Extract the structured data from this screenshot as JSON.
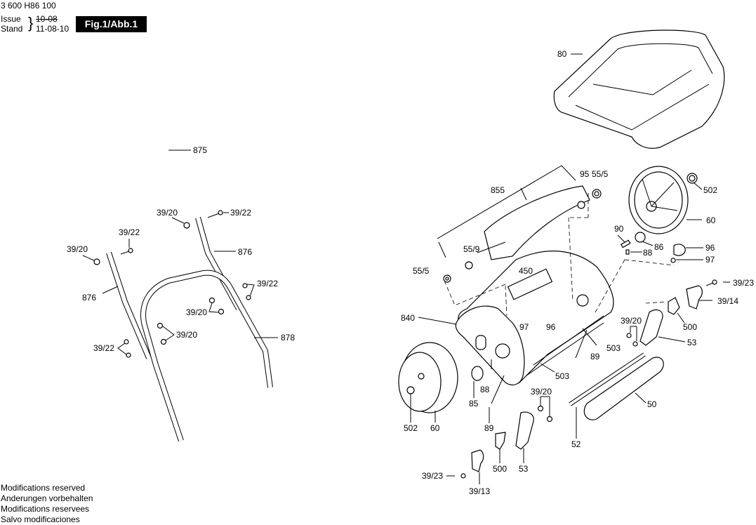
{
  "header": {
    "doc_number": "3 600 H86 100",
    "issue_label": "Issue",
    "issue_value": "10-08",
    "stand_label": "Stand",
    "stand_value": "11-08-10",
    "figure_label": "Fig.1/Abb.1"
  },
  "footer": {
    "lines": [
      "Modifications reserved",
      "Anderungen vorbehalten",
      "Modifications reservees",
      "Salvo modificaciones"
    ]
  },
  "part_labels": {
    "handle_upper": "875",
    "handle_lower": "878",
    "handle_mid_left": "876",
    "handle_mid_right": "876",
    "nut_top": "39/20",
    "screw_top": "39/22",
    "screw_left": "39/22",
    "nut_left": "39/20",
    "screws_right": "39/22",
    "nuts_right": "39/20",
    "nuts_center": "39/20",
    "screws_lower_left": "39/22",
    "grass_box": "80",
    "cutting_cylinder": "855",
    "circlip": "95",
    "bearing_right": "55/5",
    "spring": "55/9",
    "bearing_left": "55/5",
    "label_plate": "450",
    "housing": "840",
    "knob_center": "96",
    "clip_center": "97",
    "screw_503_upper": "503",
    "screw_503_lower": "503",
    "pin_89_right": "89",
    "pin_89_lower": "89",
    "wheel_right": "60",
    "bushing_right": "502",
    "axle_pin": "90",
    "gear_right": "86",
    "pin_88_right": "88",
    "knob_right": "96",
    "clip_right": "97",
    "screw_39_23_right": "39/23",
    "bracket_39_14": "39/14",
    "slider_right": "500",
    "side_plate_right": "53",
    "nuts_right_lower": "39/20",
    "roller": "50",
    "roller_axle": "52",
    "wheel_left": "60",
    "bushing_left": "502",
    "pinion_left": "85",
    "pin_88_left": "88",
    "nuts_lower": "39/20",
    "side_plate_left": "53",
    "slider_left": "500",
    "screw_39_23_left": "39/23",
    "bracket_39_13": "39/13"
  }
}
